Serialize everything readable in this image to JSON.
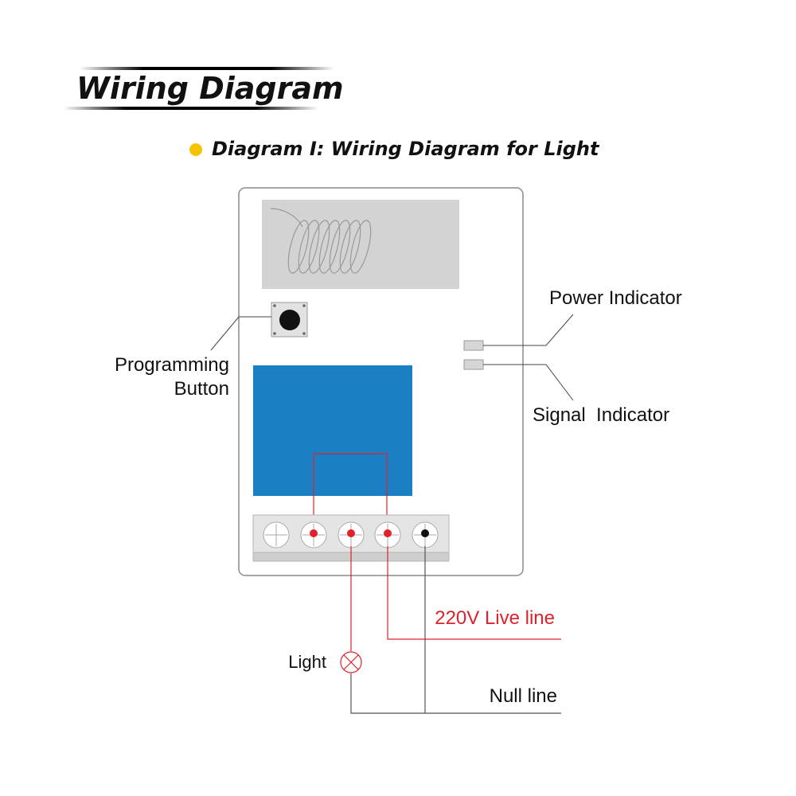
{
  "header": {
    "title": "Wiring Diagram"
  },
  "subtitle": {
    "text": "Diagram I: Wiring Diagram for Light",
    "bullet_color": "#f5c400"
  },
  "labels": {
    "power_indicator": "Power Indicator",
    "signal_indicator": "Signal  Indicator",
    "programming_button_line1": "Programming",
    "programming_button_line2": "Button",
    "live_line": "220V Live line",
    "null_line": "Null line",
    "light": "Light"
  },
  "colors": {
    "module_blue": "#1b7fc4",
    "antenna_panel": "#d3d3d3",
    "live_red": "#e0222a",
    "null_black": "#111111",
    "wire_black": "#555555",
    "terminal_gray": "#d9d9d9"
  }
}
